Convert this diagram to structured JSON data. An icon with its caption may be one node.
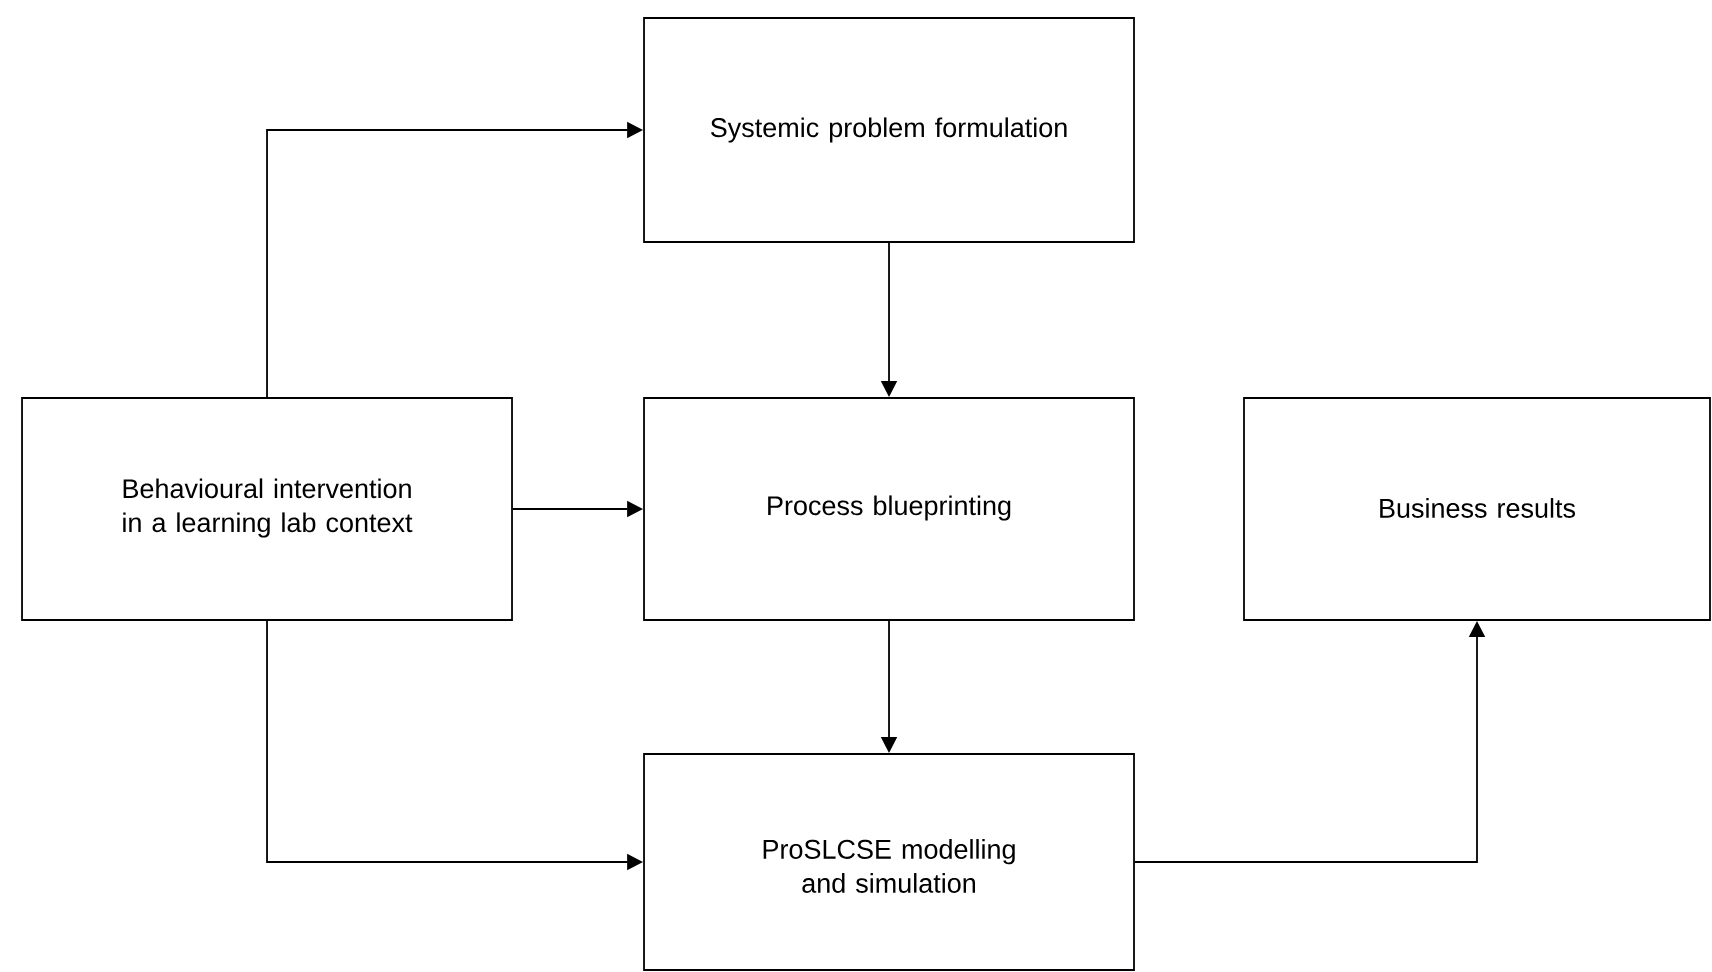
{
  "diagram": {
    "nodes": [
      {
        "text": [
          "Systemic problem formulation"
        ]
      },
      {
        "text": [
          "Behavioural intervention in a learning lab context"
        ]
      },
      {
        "text": [
          "Process blueprinting"
        ]
      },
      {
        "text": [
          "Business results"
        ]
      },
      {
        "text": [
          "ProSLCSE modelling and simulation"
        ]
      }
    ],
    "edges": [
      {
        "from": 1,
        "to": 0,
        "arrow": "to"
      },
      {
        "from": 0,
        "to": 2,
        "arrow": "to"
      },
      {
        "from": 1,
        "to": 2,
        "arrow": "to"
      },
      {
        "from": 1,
        "to": 4,
        "arrow": "to"
      },
      {
        "from": 2,
        "to": 4,
        "arrow": "to"
      },
      {
        "from": 4,
        "to": 3,
        "arrow": "to"
      }
    ]
  }
}
